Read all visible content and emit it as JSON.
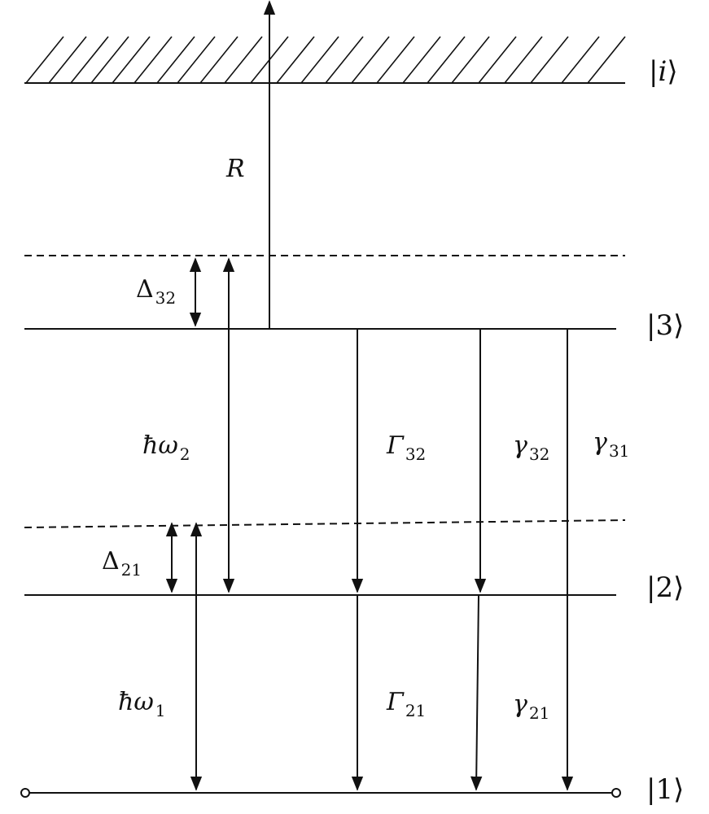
{
  "diagram": {
    "title": "Three-level atom energy diagram with ionization continuum",
    "levels": [
      {
        "id": "i",
        "ket": "|i⟩",
        "italic": true,
        "type": "continuum"
      },
      {
        "id": "3",
        "ket": "|3⟩",
        "italic": false,
        "type": "level"
      },
      {
        "id": "2",
        "ket": "|2⟩",
        "italic": false,
        "type": "level"
      },
      {
        "id": "1",
        "ket": "|1⟩",
        "italic": false,
        "type": "ground"
      }
    ],
    "virtual_levels": [
      "upper dashed (detuned from |3⟩)",
      "lower dashed (detuned from |2⟩)"
    ],
    "labels": {
      "R": {
        "main": "R",
        "sub": ""
      },
      "delta32": {
        "main": "Δ",
        "sub": "32"
      },
      "hw2": {
        "main": "ħω",
        "sub": "2"
      },
      "delta21": {
        "main": "Δ",
        "sub": "21"
      },
      "hw1": {
        "main": "ħω",
        "sub": "1"
      },
      "Gamma32": {
        "main": "Γ",
        "sub": "32"
      },
      "gamma32": {
        "main": "γ",
        "sub": "32"
      },
      "gamma31": {
        "main": "γ",
        "sub": "31"
      },
      "Gamma21": {
        "main": "Γ",
        "sub": "21"
      },
      "gamma21": {
        "main": "γ",
        "sub": "21"
      }
    },
    "colors": {
      "ink": "#111111",
      "background": "#ffffff"
    }
  }
}
